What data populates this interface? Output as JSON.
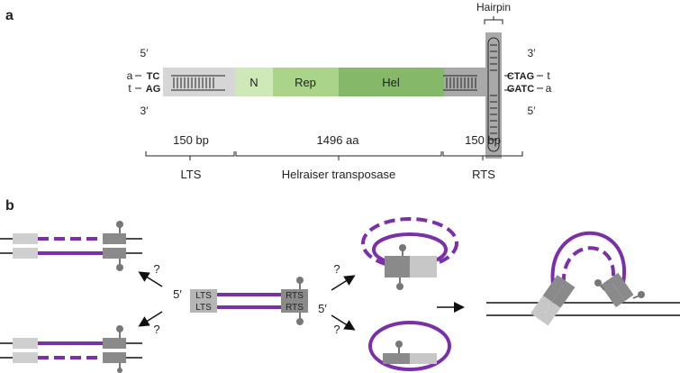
{
  "panel_a": {
    "label": "a",
    "hairpin_label": "Hairpin",
    "left_5prime": "5′",
    "left_3prime": "3′",
    "right_3prime": "3′",
    "right_5prime": "5′",
    "left_flank_top": "a",
    "left_flank_bottom": "t",
    "left_seq_top": "TC",
    "left_seq_bottom": "AG",
    "right_seq_top": "CTAG",
    "right_seq_bottom": "GATC",
    "right_flank_top": "t",
    "right_flank_bottom": "a",
    "domain_n": "N",
    "domain_rep": "Rep",
    "domain_hel": "Hel",
    "size_lts": "150 bp",
    "size_transposase": "1496 aa",
    "size_rts": "150 bp",
    "name_lts": "LTS",
    "name_transposase": "Helraiser transposase",
    "name_rts": "RTS"
  },
  "panel_b": {
    "label": "b",
    "q1": "?",
    "q2": "?",
    "q3": "?",
    "q4": "?",
    "five_prime_left": "5′",
    "five_prime_right": "5′",
    "lts_top": "LTS",
    "lts_bottom": "LTS",
    "rts_top": "RTS",
    "rts_bottom": "RTS"
  },
  "colors": {
    "purple": "#7b2fa8",
    "lts_gray": "#d6d6d6",
    "rts_gray": "#a9a9a9",
    "dark_gray": "#7a7a7a",
    "n_green": "#cfe8b8",
    "rep_green": "#a9d48a",
    "hel_green": "#86b86a"
  }
}
